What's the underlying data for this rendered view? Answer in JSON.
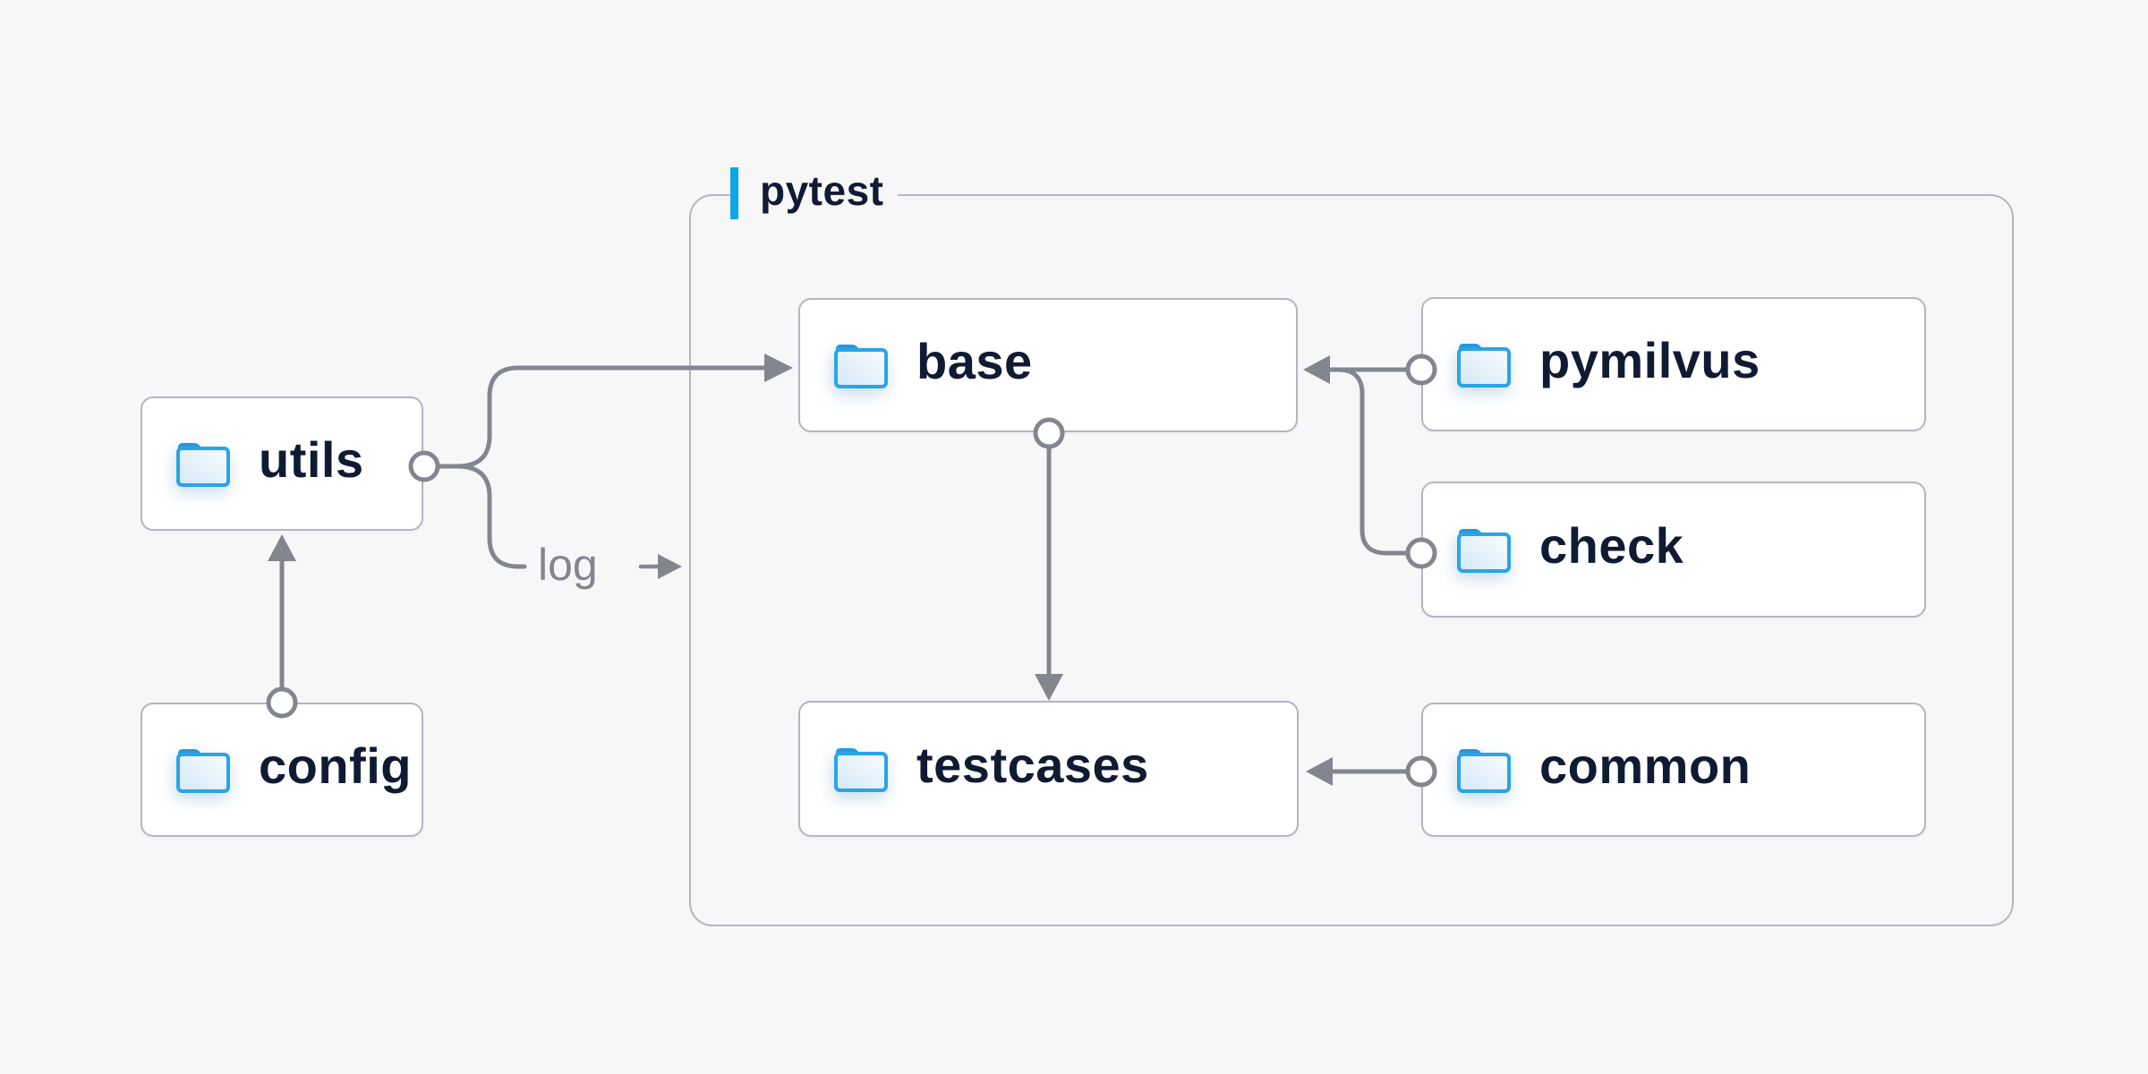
{
  "group": {
    "label": "pytest"
  },
  "nodes": {
    "utils": {
      "label": "utils"
    },
    "config": {
      "label": "config"
    },
    "base": {
      "label": "base"
    },
    "pymilvus": {
      "label": "pymilvus"
    },
    "check": {
      "label": "check"
    },
    "testcases": {
      "label": "testcases"
    },
    "common": {
      "label": "common"
    }
  },
  "labels": {
    "log": "log"
  },
  "edges": [
    {
      "from": "utils",
      "to": "base",
      "type": "arrow"
    },
    {
      "from": "utils",
      "to": "log-label",
      "type": "labeled-arrow"
    },
    {
      "from": "config",
      "to": "utils",
      "type": "arrow"
    },
    {
      "from": "base",
      "to": "testcases",
      "type": "arrow"
    },
    {
      "from": "pymilvus",
      "to": "base",
      "type": "arrow"
    },
    {
      "from": "check",
      "to": "base",
      "type": "arrow-merge"
    },
    {
      "from": "common",
      "to": "testcases",
      "type": "arrow"
    }
  ],
  "colors": {
    "background": "#f7f7f8",
    "box_fill": "#ffffff",
    "box_border": "#b3b6c1",
    "connector": "#84868f",
    "text": "#101b33",
    "accent_cyan": "#0aa7e9",
    "folder_stroke": "#2aa4e6",
    "folder_tab": "#2598dd"
  }
}
